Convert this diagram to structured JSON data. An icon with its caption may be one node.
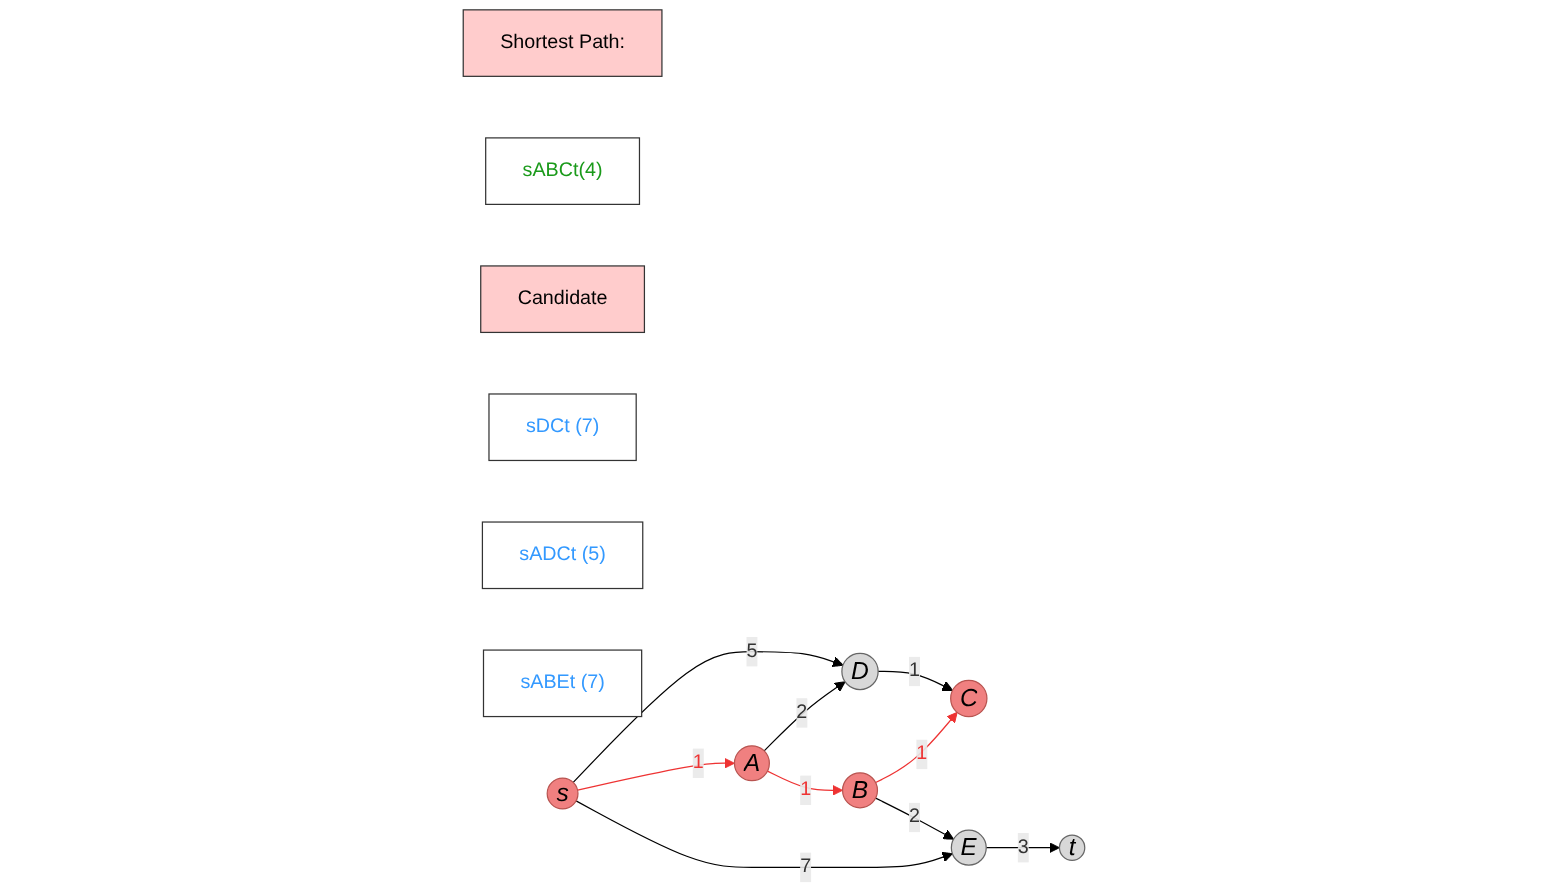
{
  "diagram": {
    "nodes": [
      {
        "text": [
          "Shortest Path:"
        ]
      },
      {
        "text": [
          "sABCt(4)"
        ]
      },
      {
        "text": [
          "Candidate"
        ]
      },
      {
        "text": [
          "sDCt (7)"
        ]
      },
      {
        "text": [
          "sADCt (5)"
        ]
      },
      {
        "text": [
          "sABEt (7)"
        ]
      },
      {
        "text": [
          "D"
        ]
      },
      {
        "text": [
          "s"
        ]
      },
      {
        "text": [
          "A"
        ]
      },
      {
        "text": [
          "B"
        ]
      },
      {
        "text": [
          "C"
        ]
      },
      {
        "text": [
          "t"
        ]
      },
      {
        "text": [
          "E"
        ]
      }
    ],
    "edges": [
      {
        "from": 7,
        "to": 6,
        "arrow": "to",
        "label": "5"
      },
      {
        "from": 7,
        "to": 8,
        "arrow": "to",
        "label": "1",
        "color": "#ee3333"
      },
      {
        "from": 8,
        "to": 6,
        "arrow": "to",
        "label": "2"
      },
      {
        "from": 6,
        "to": 10,
        "arrow": "to",
        "label": "1"
      },
      {
        "from": 8,
        "to": 9,
        "arrow": "to",
        "label": "1",
        "color": "#ee3333"
      },
      {
        "from": 9,
        "to": 10,
        "arrow": "to",
        "label": "1",
        "color": "#ee3333"
      },
      {
        "from": 9,
        "to": 12,
        "arrow": "to",
        "label": "2"
      },
      {
        "from": 7,
        "to": 12,
        "arrow": "to",
        "label": "7"
      },
      {
        "from": 12,
        "to": 11,
        "arrow": "to",
        "label": "3"
      }
    ]
  }
}
